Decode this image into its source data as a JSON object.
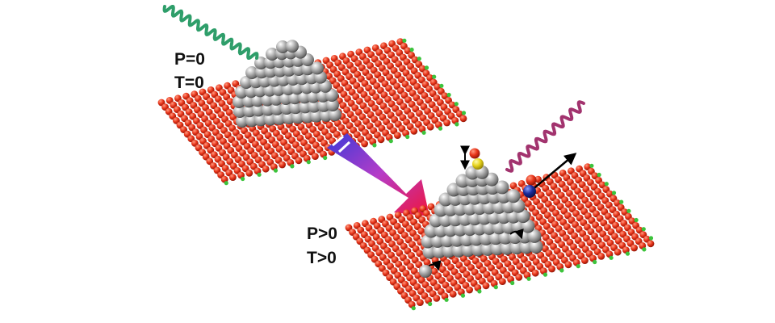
{
  "labels": {
    "initial_pressure": "P=0",
    "initial_temperature": "T=0",
    "final_pressure": "P>0",
    "final_temperature": "T>0"
  },
  "colors": {
    "substrate_red": "#e8351a",
    "substrate_green": "#3cc33c",
    "particle_gray": "#9a9a9a",
    "wave_green": "#2e9e6a",
    "wave_magenta": "#a2336e",
    "arrow_start": "#3a3ad8",
    "arrow_end": "#f0143c",
    "molecule_yellow": "#e6d21a",
    "molecule_blue": "#1c2c9c",
    "molecule_red": "#d81e1e"
  }
}
